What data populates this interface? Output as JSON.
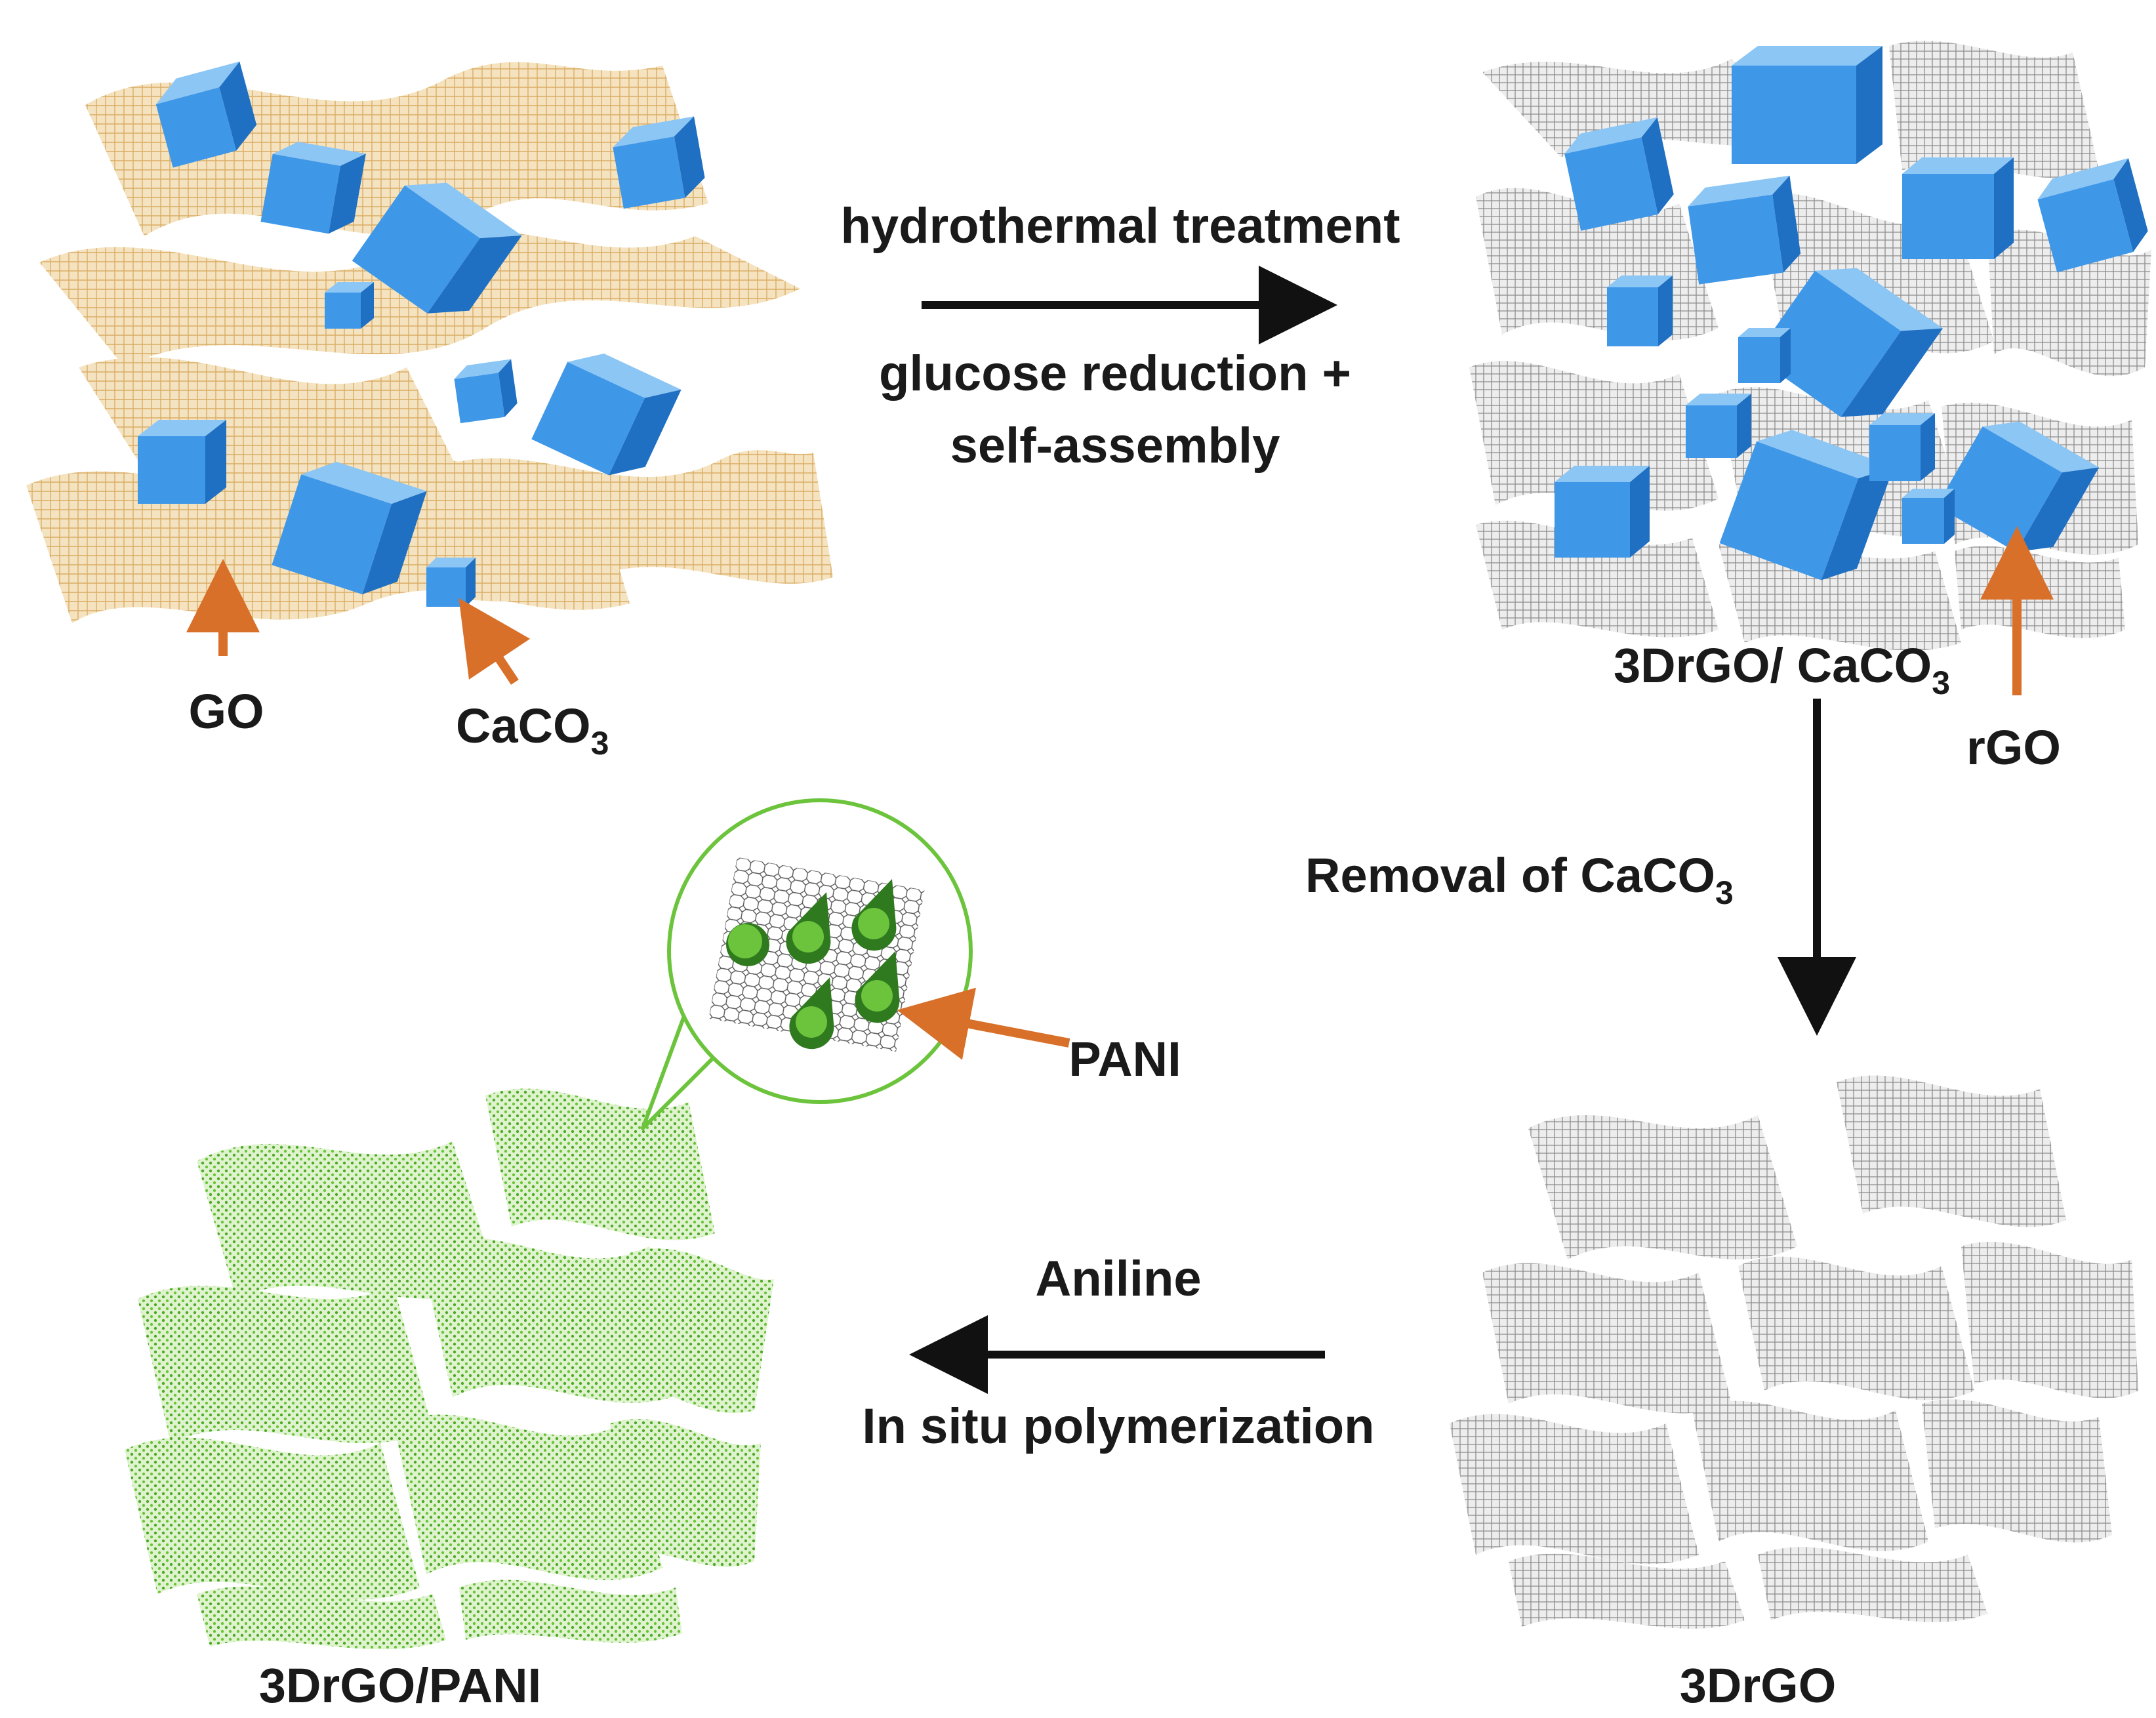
{
  "labels": {
    "go": "GO",
    "caco3_base": "CaCO",
    "caco3_sub": "3",
    "step1_line1": "hydrothermal treatment",
    "step1_line2": "glucose reduction +",
    "step1_line3": "self-assembly",
    "composite_prefix": "3DrGO/ CaCO",
    "composite_sub": "3",
    "rgo": "rGO",
    "removal_prefix": "Removal of  CaCO",
    "removal_sub": "3",
    "pani": "PANI",
    "aniline": "Aniline",
    "polymerization": "In situ polymerization",
    "product_3drgo": "3DrGO",
    "product_pani": "3DrGO/PANI"
  },
  "colors": {
    "go_sheet": "#e9c98e",
    "caco3_cube": "#3f97e8",
    "rgo_sheet": "#9a9a9a",
    "pani_green": "#6cc43c",
    "pani_dark": "#2f7a1e",
    "pointer_arrow": "#d9702a",
    "process_arrow": "#111111"
  },
  "icons": {
    "process_arrow": "arrow-right-icon",
    "removal_arrow": "arrow-down-icon",
    "aniline_arrow": "arrow-left-icon"
  }
}
